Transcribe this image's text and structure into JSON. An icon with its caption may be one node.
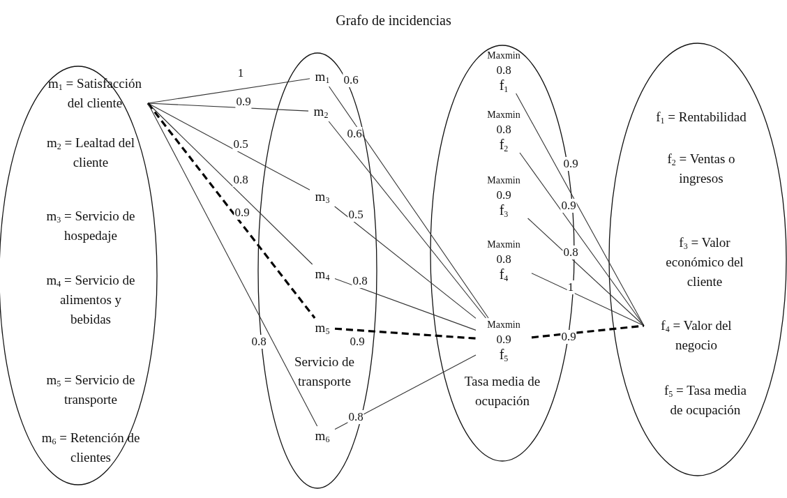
{
  "diagram": {
    "title": "Grafo de incidencias",
    "nodes": [
      {
        "text": [],
        "shape": "ellipse"
      },
      {
        "text": [
          "m$_{1}$ = Satisfacción del cliente"
        ],
        "in": 0
      },
      {
        "text": [
          "m$_{2}$ = Lealtad del cliente"
        ],
        "in": 0
      },
      {
        "text": [
          "m$_{3}$ = Servicio de hospedaje"
        ],
        "in": 0
      },
      {
        "text": [
          "m$_{4}$ = Servicio de alimentos y bebidas"
        ],
        "in": 0
      },
      {
        "text": [
          "m$_{5}$ = Servicio de transporte"
        ],
        "in": 0
      },
      {
        "text": [
          "m$_{6}$ = Retención de clientes"
        ],
        "in": 0
      },
      {
        "text": [],
        "shape": "ellipse"
      },
      {
        "text": [
          "m$_{1}$"
        ],
        "in": 7
      },
      {
        "text": [
          "m$_{2}$"
        ],
        "in": 7
      },
      {
        "text": [
          "m$_{3}$"
        ],
        "in": 7
      },
      {
        "text": [
          "m$_{4}$"
        ],
        "in": 7
      },
      {
        "text": [
          "m$_{5}$"
        ],
        "in": 7,
        "beside": [
          "Servicio de transporte"
        ]
      },
      {
        "text": [
          "m$_{6}$"
        ],
        "in": 7
      },
      {
        "text": [],
        "shape": "ellipse"
      },
      {
        "text": [
          "Maxmin",
          "0.8",
          "f$_{1}$"
        ],
        "in": 14
      },
      {
        "text": [
          "Maxmin",
          "0.8",
          "f$_{2}$"
        ],
        "in": 14
      },
      {
        "text": [
          "Maxmin",
          "0.9",
          "f$_{3}$"
        ],
        "in": 14
      },
      {
        "text": [
          "Maxmin",
          "0.8",
          "f$_{4}$"
        ],
        "in": 14
      },
      {
        "text": [
          "Maxmin",
          "0.9",
          "f$_{5}$"
        ],
        "in": 14,
        "beside": [
          "Tasa media de ocupación"
        ]
      },
      {
        "text": [],
        "shape": "ellipse"
      },
      {
        "text": [
          "f$_{1}$ = Rentabilidad"
        ],
        "in": 20
      },
      {
        "text": [
          "f$_{2}$ = Ventas o ingresos"
        ],
        "in": 20
      },
      {
        "text": [
          "f$_{3}$ = Valor económico del cliente"
        ],
        "in": 20
      },
      {
        "text": [
          "f$_{4}$ = Valor del negocio"
        ],
        "in": 20
      },
      {
        "text": [
          "f$_{5}$ = Tasa media de ocupación"
        ],
        "in": 20
      }
    ],
    "edges": [
      {
        "from": 1,
        "to": 8,
        "arrow": "none",
        "label": "1"
      },
      {
        "from": 1,
        "to": 9,
        "arrow": "none",
        "label": "0.9"
      },
      {
        "from": 1,
        "to": 10,
        "arrow": "none",
        "label": "0.5"
      },
      {
        "from": 1,
        "to": 11,
        "arrow": "none",
        "label": "0.8"
      },
      {
        "from": 1,
        "to": 12,
        "arrow": "none",
        "label": "0.9",
        "style": "dashed"
      },
      {
        "from": 1,
        "to": 13,
        "arrow": "none",
        "label": "0.8"
      },
      {
        "from": 8,
        "to": 19,
        "arrow": "none",
        "label": "0.6"
      },
      {
        "from": 9,
        "to": 19,
        "arrow": "none",
        "label": "0.6"
      },
      {
        "from": 10,
        "to": 19,
        "arrow": "none",
        "label": "0.5"
      },
      {
        "from": 11,
        "to": 19,
        "arrow": "none",
        "label": "0.8"
      },
      {
        "from": 12,
        "to": 19,
        "arrow": "none",
        "label": "0.9",
        "style": "dashed"
      },
      {
        "from": 13,
        "to": 19,
        "arrow": "none",
        "label": "0.8"
      },
      {
        "from": 15,
        "to": 24,
        "arrow": "none",
        "label": "0.9"
      },
      {
        "from": 16,
        "to": 24,
        "arrow": "none",
        "label": "0.9"
      },
      {
        "from": 17,
        "to": 24,
        "arrow": "none",
        "label": "0.8"
      },
      {
        "from": 18,
        "to": 24,
        "arrow": "none",
        "label": "1"
      },
      {
        "from": 19,
        "to": 24,
        "arrow": "none",
        "label": "0.9",
        "style": "dashed"
      }
    ]
  }
}
